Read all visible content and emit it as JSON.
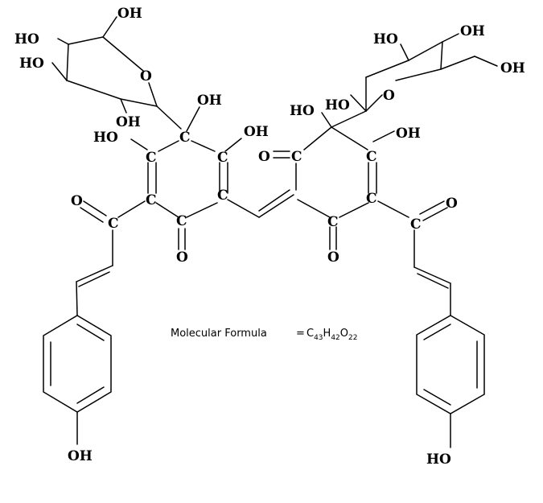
{
  "formula": {
    "label": "Molecular Formula",
    "equals": "=",
    "c": "C",
    "c_count": "43",
    "h": "H",
    "h_count": "42",
    "o": "O",
    "o_count": "22"
  },
  "labels": {
    "sugar1_ch2oh": "OH",
    "sugar1_ho_a": "HO",
    "sugar1_ho_b": "HO",
    "sugar1_ring_o": "O",
    "sugar1_oh_c": "OH",
    "c6_oh": "OH",
    "ring1_c_top": "C",
    "ring1_oh_right": "OH",
    "ring1_ho_left": "HO",
    "ring1_c_ul": "C",
    "ring1_c_ur": "C",
    "ring1_c_ll": "C",
    "ring1_c_lr": "C",
    "ring1_c_bottom": "C",
    "ring1_o_bottom": "O",
    "acyl1_o": "O",
    "acyl1_c": "C",
    "phenol1_oh": "OH",
    "sugar2_oh_top_right": "OH",
    "sugar2_ho_top": "HO",
    "sugar2_ch2oh": "OH",
    "sugar2_ho_left": "HO",
    "sugar2_ring_o": "O",
    "c_ho2": "HO",
    "ring2_o_ul": "O",
    "ring2_c_ul": "C",
    "ring2_oh_right": "OH",
    "ring2_c_ur": "C",
    "ring2_c_lr": "C",
    "ring2_c_bottom": "C",
    "ring2_o_bottom": "O",
    "acyl2_c": "C",
    "acyl2_o": "O",
    "phenol2_ho": "HO"
  }
}
